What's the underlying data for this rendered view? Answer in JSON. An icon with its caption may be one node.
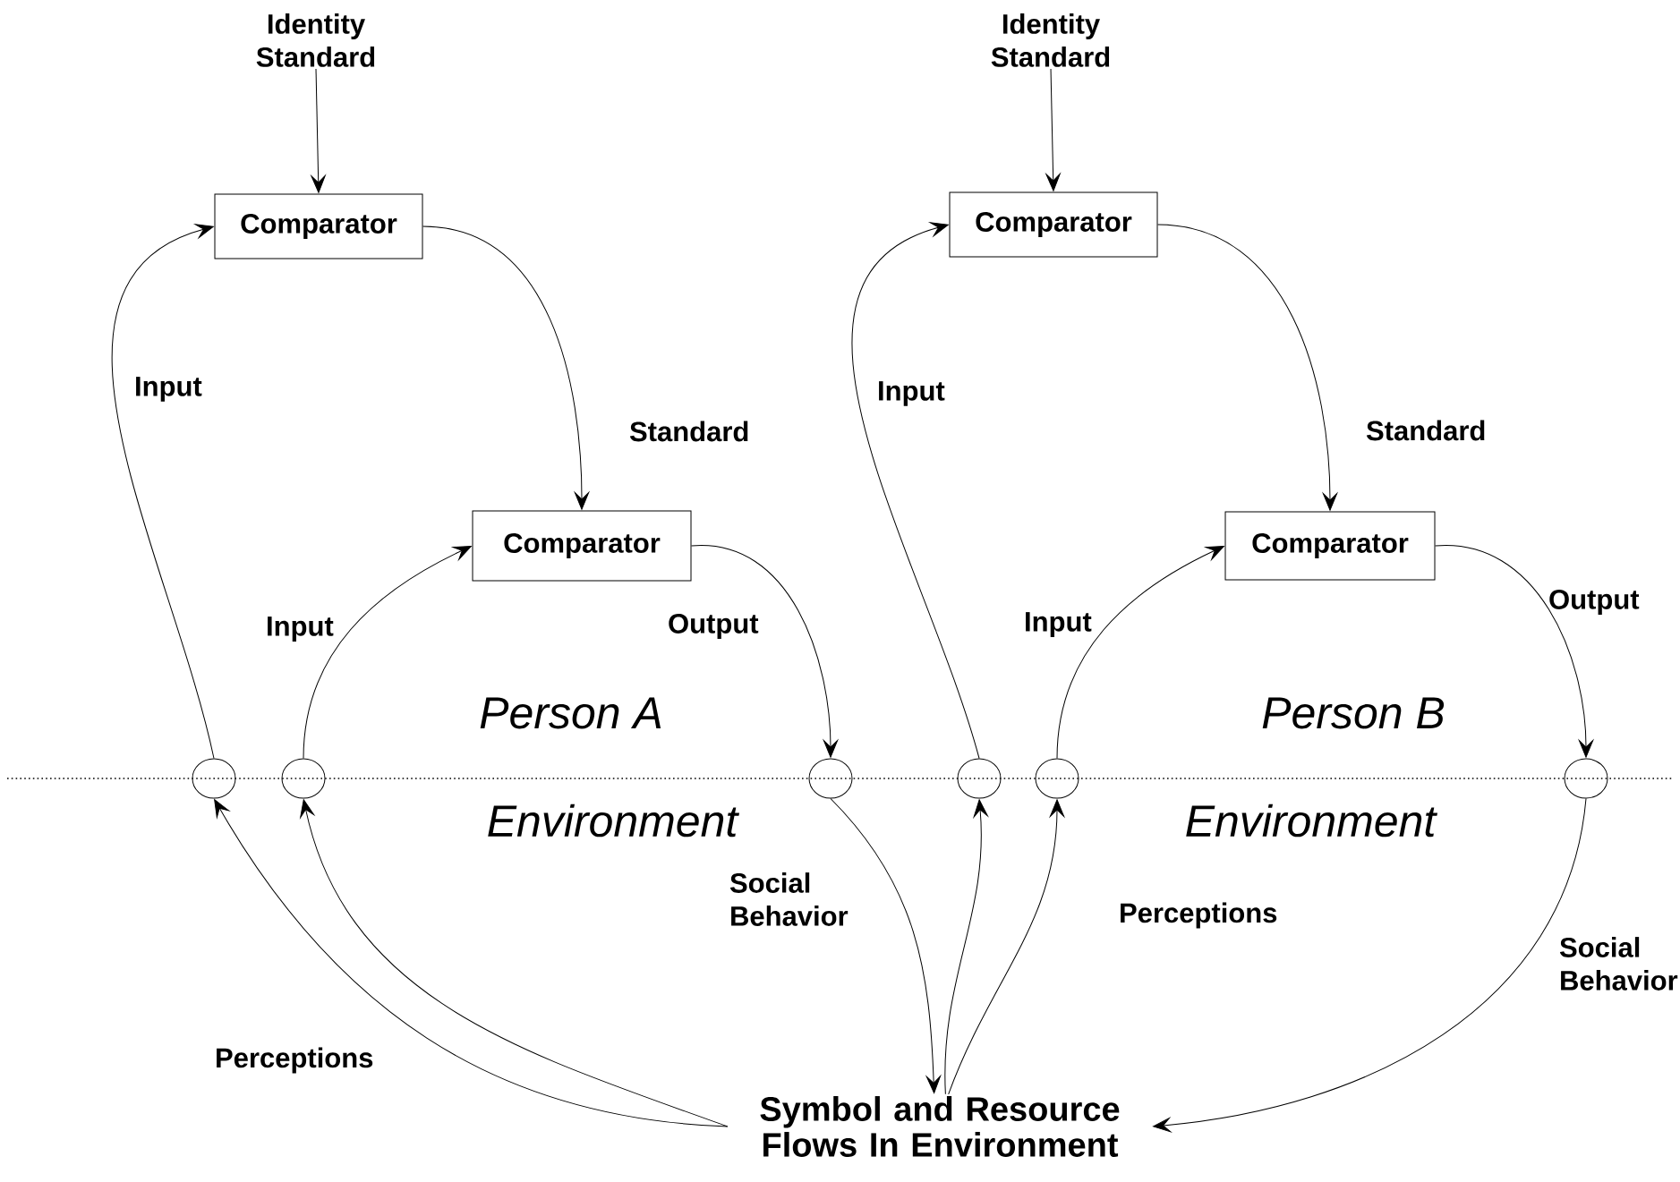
{
  "diagram": {
    "nodes": [
      {
        "text": [
          "Identity Standard"
        ]
      },
      {
        "text": [
          "Comparator"
        ]
      },
      {
        "text": [
          "Comparator"
        ]
      },
      {
        "text": [
          "Identity Standard"
        ]
      },
      {
        "text": [
          "Comparator"
        ]
      },
      {
        "text": [
          "Comparator"
        ]
      },
      {
        "text": [],
        "shape": "circle"
      },
      {
        "text": [],
        "shape": "circle"
      },
      {
        "text": [],
        "shape": "circle"
      },
      {
        "text": [],
        "shape": "circle"
      },
      {
        "text": [],
        "shape": "circle"
      },
      {
        "text": [],
        "shape": "circle"
      },
      {
        "text": [
          "Symbol and Resource Flows In Environment"
        ]
      }
    ],
    "edges": [
      {
        "from": 0,
        "to": 1,
        "arrow": "to"
      },
      {
        "from": 3,
        "to": 4,
        "arrow": "to"
      },
      {
        "from": 1,
        "to": 2,
        "arrow": "to",
        "label": "Standard"
      },
      {
        "from": 6,
        "to": 1,
        "arrow": "to",
        "label": "Input"
      },
      {
        "from": 7,
        "to": 2,
        "arrow": "to",
        "label": "Input"
      },
      {
        "from": 2,
        "to": 8,
        "arrow": "to",
        "label": "Output"
      },
      {
        "from": 8,
        "to": 12,
        "arrow": "to",
        "label": "Social Behavior"
      },
      {
        "from": 12,
        "to": 6,
        "arrow": "to",
        "label": "Perceptions"
      },
      {
        "from": 12,
        "to": 7,
        "arrow": "to"
      },
      {
        "from": 9,
        "to": 4,
        "arrow": "to",
        "label": "Input"
      },
      {
        "from": 10,
        "to": 5,
        "arrow": "to",
        "label": "Input"
      },
      {
        "from": 4,
        "to": 5,
        "arrow": "to",
        "label": "Standard"
      },
      {
        "from": 5,
        "to": 11,
        "arrow": "to",
        "label": "Output"
      },
      {
        "from": 11,
        "to": 12,
        "arrow": "to",
        "label": "Social Behavior"
      },
      {
        "from": 12,
        "to": 9,
        "arrow": "to"
      },
      {
        "from": 12,
        "to": 10,
        "arrow": "to",
        "label": "Perceptions"
      }
    ],
    "labels": [
      "Person A",
      "Environment",
      "Person B",
      "Environment"
    ]
  }
}
